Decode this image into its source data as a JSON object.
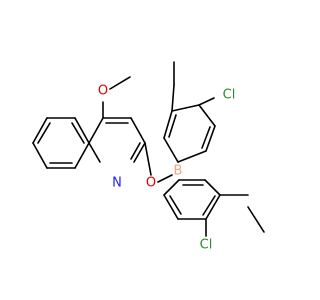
{
  "colors": {
    "background": "#ffffff",
    "bond": "#000000",
    "oxygen": "#e00000",
    "nitrogen": "#2020ff",
    "chlorine": "#2e8b2e",
    "boron": "#f4a582"
  },
  "atoms": {
    "methoxy_o": "O",
    "ring_n": "N",
    "ester_o": "O",
    "boron": "B",
    "cl_upper": "Cl",
    "cl_lower": "Cl"
  }
}
